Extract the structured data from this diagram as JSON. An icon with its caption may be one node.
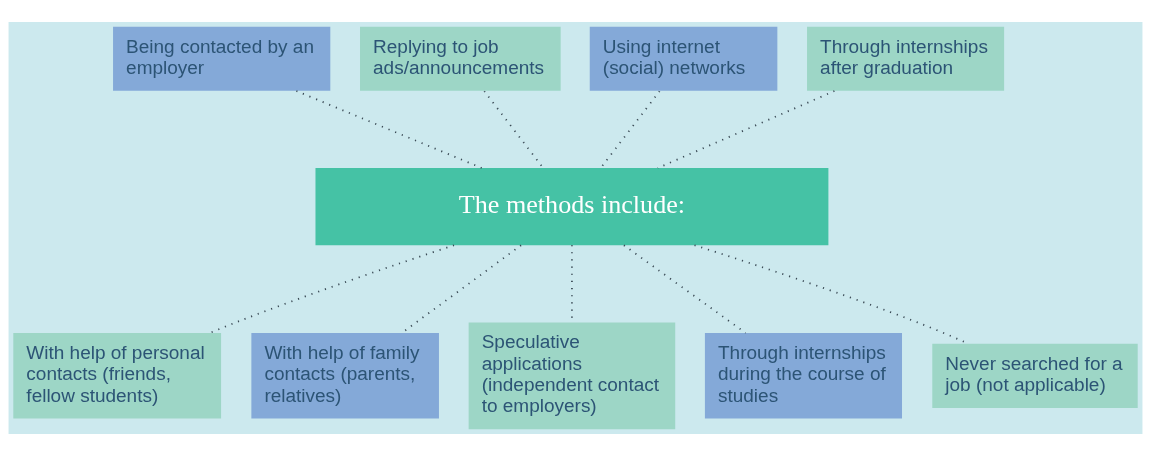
{
  "diagram": {
    "nodes": [
      {
        "text": [
          "Being contacted by an employer"
        ]
      },
      {
        "text": [
          "Replying to job ads/announcements"
        ]
      },
      {
        "text": [
          "Using internet (social) networks"
        ]
      },
      {
        "text": [
          "Through internships after graduation"
        ]
      },
      {
        "text": [
          "The methods include:"
        ]
      },
      {
        "text": [
          "With help of personal contacts (friends, fellow students)"
        ]
      },
      {
        "text": [
          "With help of family contacts (parents, relatives)"
        ]
      },
      {
        "text": [
          "Speculative applications (independent contact to employers)"
        ]
      },
      {
        "text": [
          "Through internships during the course of studies"
        ]
      },
      {
        "text": [
          "Never searched for a job (not applicable)"
        ]
      }
    ],
    "edges": [
      {
        "from": 0,
        "to": 4,
        "arrow": "none",
        "style": "dashed"
      },
      {
        "from": 1,
        "to": 4,
        "arrow": "none",
        "style": "dashed"
      },
      {
        "from": 2,
        "to": 4,
        "arrow": "none",
        "style": "dashed"
      },
      {
        "from": 3,
        "to": 4,
        "arrow": "none",
        "style": "dashed"
      },
      {
        "from": 4,
        "to": 5,
        "arrow": "none",
        "style": "dashed"
      },
      {
        "from": 4,
        "to": 6,
        "arrow": "none",
        "style": "dashed"
      },
      {
        "from": 4,
        "to": 7,
        "arrow": "none",
        "style": "dashed"
      },
      {
        "from": 4,
        "to": 8,
        "arrow": "none",
        "style": "dashed"
      },
      {
        "from": 4,
        "to": 9,
        "arrow": "none",
        "style": "dashed"
      }
    ]
  }
}
